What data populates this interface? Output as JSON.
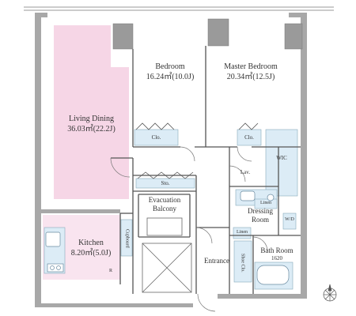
{
  "rooms": {
    "living_dining": {
      "name": "Living Dining",
      "area": "36.03㎡(22.2J)"
    },
    "bedroom": {
      "name": "Bedroom",
      "area": "16.24㎡(10.0J)"
    },
    "master_bedroom": {
      "name": "Master Bedroom",
      "area": "20.34㎡(12.5J)"
    },
    "kitchen": {
      "name": "Kitchen",
      "area": "8.20㎡(5.0J)"
    },
    "evacuation_balcony": {
      "line1": "Evacuation",
      "line2": "Balcony"
    },
    "dressing_room": {
      "line1": "Dressing",
      "line2": "Room"
    },
    "bath_room": {
      "name": "Bath Room",
      "size": "1620"
    },
    "entrance": {
      "name": "Entrance"
    }
  },
  "storage": {
    "clo_bedroom": "Clo.",
    "clo_master": "Clo.",
    "sto": "Sto.",
    "wic": "WIC",
    "lav": "Lav.",
    "linen_upper": "Linen",
    "linen_lower": "Linen",
    "wd": "W/D",
    "shoe_clo": "Shoe Clo.",
    "cupboard": "Cupboard",
    "refrigerator": "R"
  },
  "colors": {
    "living_highlight": "#f6d6e6",
    "wet_area_highlight": "#dcecf6",
    "wall": "#a8a8a8",
    "line": "#555555"
  }
}
